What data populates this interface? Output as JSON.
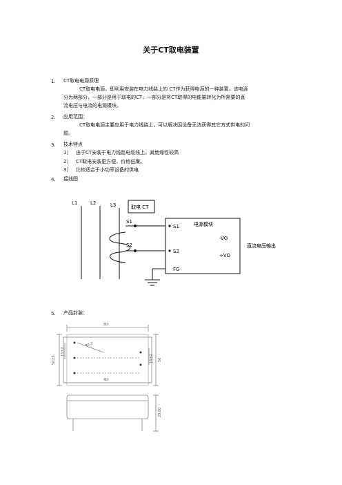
{
  "title": "关于CT取电装置",
  "sections": [
    {
      "num": "1.",
      "heading": "CT取电电源原理",
      "paragraph": [
        "CT取电电源，即利用安装在电力线路上的 CT作为获得电源的一种装置，该电源",
        "分为两部分，一部分是用于取电的CT，一部分是将CT取得的电能量转化为所需要的直",
        "流电压与电流的电源模块。"
      ]
    },
    {
      "num": "2.",
      "heading": "应用范围：",
      "paragraph": [
        "CT取电电源主要应用于电力线路上，可以解决因设备无法获得其它方式供电的问",
        "题。"
      ]
    },
    {
      "num": "3.",
      "heading": "技术特点",
      "items": [
        {
          "n": "1）",
          "text": "由于CT安装于电力线路电缆线上，其绝缘性较高"
        },
        {
          "n": "2）",
          "text": "CT取电安装更方便，价格低廉。"
        },
        {
          "n": "3）",
          "text": "比较适合于小功率设备的供电"
        }
      ]
    },
    {
      "num": "4.",
      "heading": "接线图"
    },
    {
      "num": "5.",
      "heading": "产品封装："
    }
  ],
  "wiring": {
    "lines": [
      "L1",
      "L2",
      "L3"
    ],
    "ct_label": "取电 CT",
    "s1": "S1",
    "s2": "S2",
    "module_title": "电源模块",
    "module_s1": "S1",
    "module_s2": "S2",
    "vo_minus": "-VO",
    "vo_plus": "+VO",
    "fg": "FG",
    "output_label": "直流电压输出"
  },
  "package": {
    "dim_top": "80",
    "dim_left": "50±5",
    "dim_left_inner": "15±2",
    "dim_diag": "Φ1.2",
    "dim_right_inner": "15±2",
    "dim_right": "50",
    "dim_bottom": "40",
    "dim_height": "25.00"
  }
}
